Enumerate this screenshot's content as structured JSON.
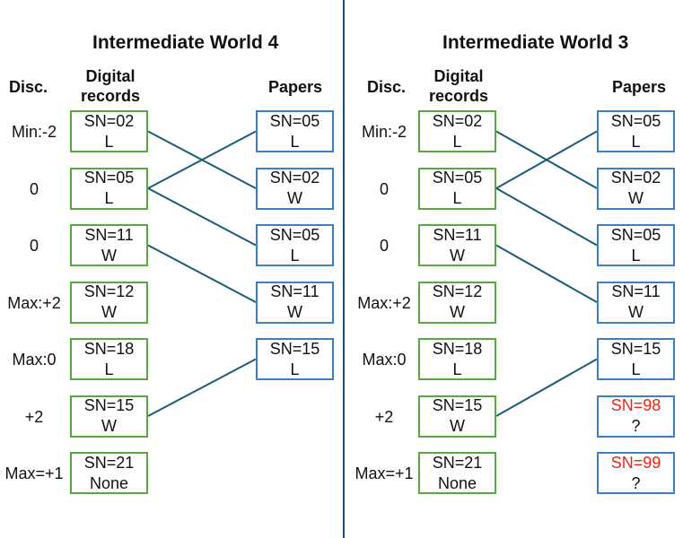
{
  "headers": {
    "disc": "Disc.",
    "digital": "Digital records",
    "papers": "Papers"
  },
  "worlds": [
    {
      "title": "Intermediate World 4",
      "digital": [
        {
          "disc": "Min:-2",
          "sn": "SN=02",
          "val": "L"
        },
        {
          "disc": "0",
          "sn": "SN=05",
          "val": "L"
        },
        {
          "disc": "0",
          "sn": "SN=11",
          "val": "W"
        },
        {
          "disc": "Max:+2",
          "sn": "SN=12",
          "val": "W"
        },
        {
          "disc": "Max:0",
          "sn": "SN=18",
          "val": "L"
        },
        {
          "disc": "+2",
          "sn": "SN=15",
          "val": "W"
        },
        {
          "disc": "Max=+1",
          "sn": "SN=21",
          "val": "None"
        }
      ],
      "papers": [
        {
          "sn": "SN=05",
          "val": "L"
        },
        {
          "sn": "SN=02",
          "val": "W"
        },
        {
          "sn": "SN=05",
          "val": "L"
        },
        {
          "sn": "SN=11",
          "val": "W"
        },
        {
          "sn": "SN=15",
          "val": "L"
        }
      ],
      "links": [
        [
          0,
          1
        ],
        [
          1,
          0
        ],
        [
          1,
          2
        ],
        [
          2,
          3
        ],
        [
          5,
          4
        ]
      ]
    },
    {
      "title": "Intermediate World 3",
      "digital": [
        {
          "disc": "Min:-2",
          "sn": "SN=02",
          "val": "L"
        },
        {
          "disc": "0",
          "sn": "SN=05",
          "val": "L"
        },
        {
          "disc": "0",
          "sn": "SN=11",
          "val": "W"
        },
        {
          "disc": "Max:+2",
          "sn": "SN=12",
          "val": "W"
        },
        {
          "disc": "Max:0",
          "sn": "SN=18",
          "val": "L"
        },
        {
          "disc": "+2",
          "sn": "SN=15",
          "val": "W"
        },
        {
          "disc": "Max=+1",
          "sn": "SN=21",
          "val": "None"
        }
      ],
      "papers": [
        {
          "sn": "SN=05",
          "val": "L"
        },
        {
          "sn": "SN=02",
          "val": "W"
        },
        {
          "sn": "SN=05",
          "val": "L"
        },
        {
          "sn": "SN=11",
          "val": "W"
        },
        {
          "sn": "SN=15",
          "val": "L"
        },
        {
          "sn": "SN=98",
          "val": "?",
          "highlight": true
        },
        {
          "sn": "SN=99",
          "val": "?",
          "highlight": true
        }
      ],
      "links": [
        [
          0,
          1
        ],
        [
          1,
          0
        ],
        [
          1,
          2
        ],
        [
          2,
          3
        ],
        [
          5,
          4
        ]
      ]
    }
  ]
}
